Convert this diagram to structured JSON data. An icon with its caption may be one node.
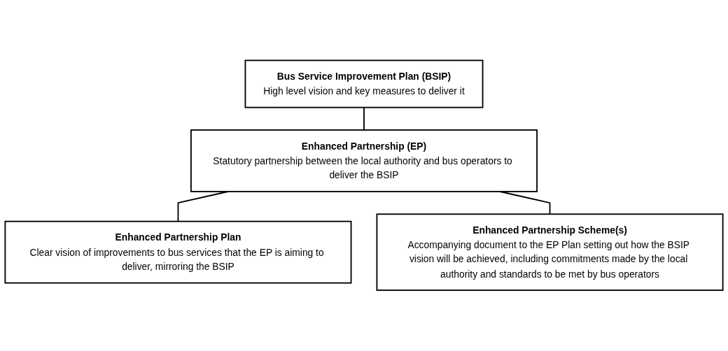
{
  "diagram": {
    "nodes": [
      {
        "text": [
          "Bus Service Improvement Plan (BSIP)",
          "High level vision and key measures to deliver it"
        ]
      },
      {
        "text": [
          "Enhanced Partnership (EP)",
          "Statutory partnership between the local authority and bus operators to deliver the BSIP"
        ]
      },
      {
        "text": [
          "Enhanced Partnership Plan",
          "Clear vision of improvements to bus services that the EP is aiming to deliver, mirroring the BSIP"
        ]
      },
      {
        "text": [
          "Enhanced Partnership Scheme(s)",
          "Accompanying document to the EP Plan setting out how the BSIP vision will be achieved, including commitments made by the local authority and standards to be met by bus operators"
        ]
      }
    ],
    "edges": [
      {
        "from": 0,
        "to": 1,
        "arrow": "none"
      },
      {
        "from": 1,
        "to": 2,
        "arrow": "none"
      },
      {
        "from": 1,
        "to": 3,
        "arrow": "none"
      }
    ]
  }
}
